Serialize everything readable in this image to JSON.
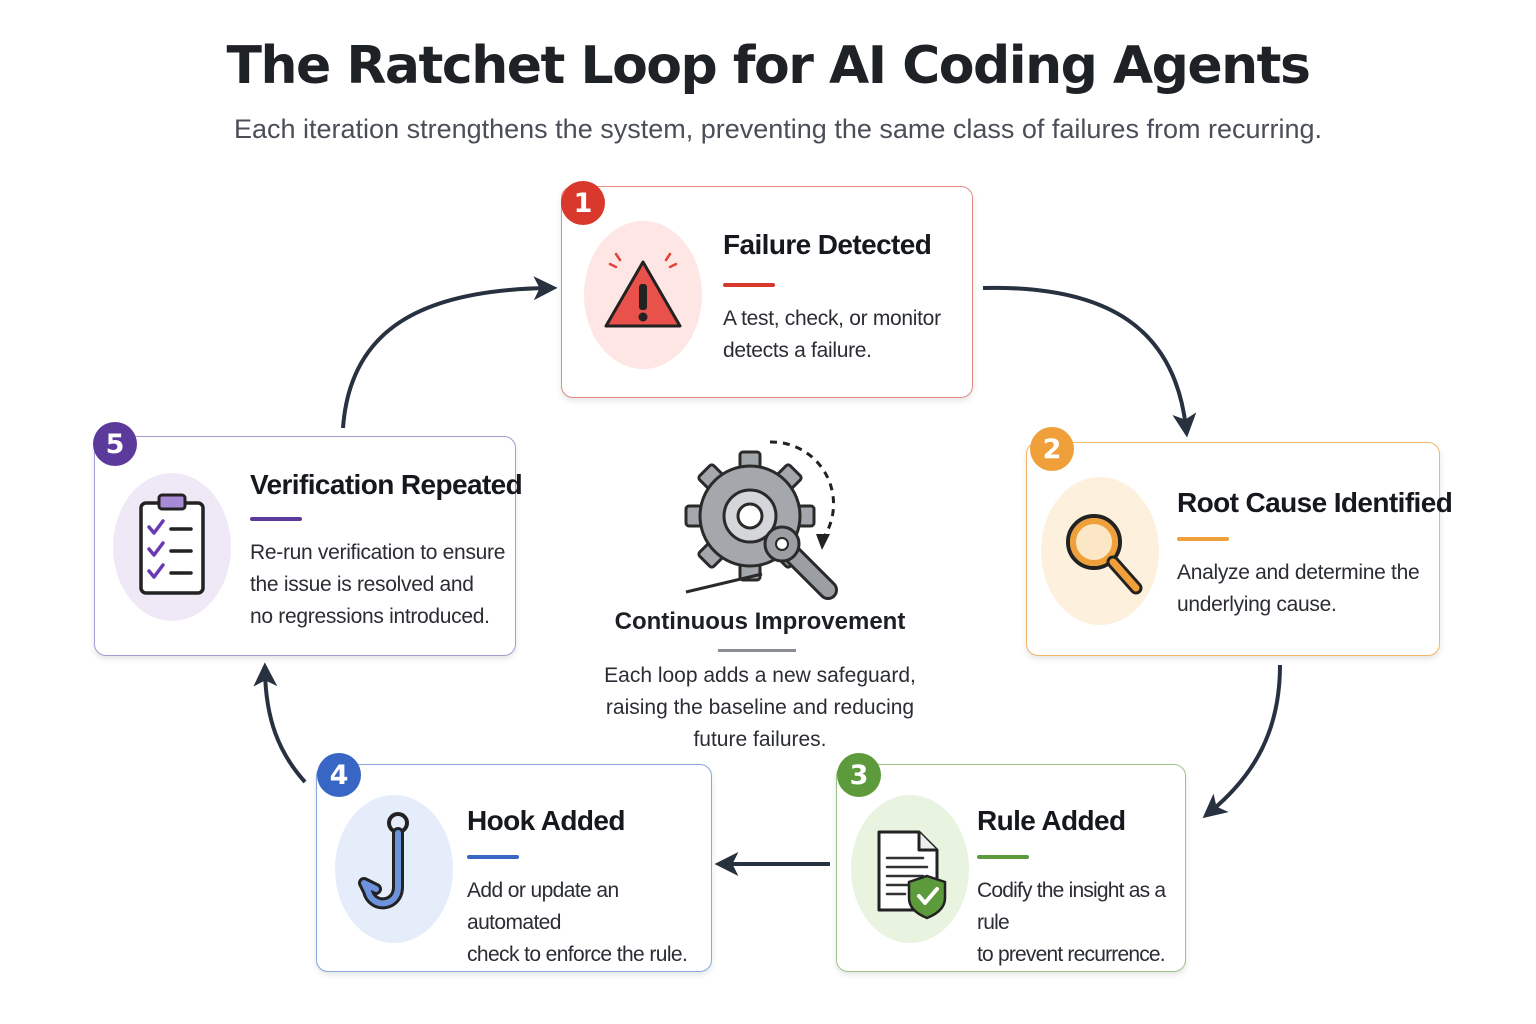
{
  "title": "The Ratchet Loop for AI Coding Agents",
  "subtitle": "Each iteration strengthens the system, preventing the same class of failures from recurring.",
  "colors": {
    "step1": "#d9392c",
    "step2": "#f0a03a",
    "step3": "#5c9a3b",
    "step4": "#3766c4",
    "step5": "#5c3a9b",
    "arrow": "#27313f"
  },
  "steps": [
    {
      "number": "1",
      "title": "Failure Detected",
      "description": "A test, check, or monitor\ndetects a failure.",
      "icon": "warning-icon"
    },
    {
      "number": "2",
      "title": "Root Cause Identified",
      "description": "Analyze and determine the\nunderlying cause.",
      "icon": "magnifier-icon"
    },
    {
      "number": "3",
      "title": "Rule Added",
      "description": "Codify the insight as a rule\nto prevent recurrence.",
      "icon": "document-shield-icon"
    },
    {
      "number": "4",
      "title": "Hook Added",
      "description": "Add or update an automated\ncheck to enforce the rule.",
      "icon": "hook-icon"
    },
    {
      "number": "5",
      "title": "Verification Repeated",
      "description": "Re-run verification to ensure\nthe issue is resolved and\nno regressions introduced.",
      "icon": "checklist-icon"
    }
  ],
  "center": {
    "title": "Continuous Improvement",
    "description": "Each loop adds a new safeguard,\nraising the baseline and reducing\nfuture failures.",
    "icon": "gear-ratchet-icon"
  }
}
